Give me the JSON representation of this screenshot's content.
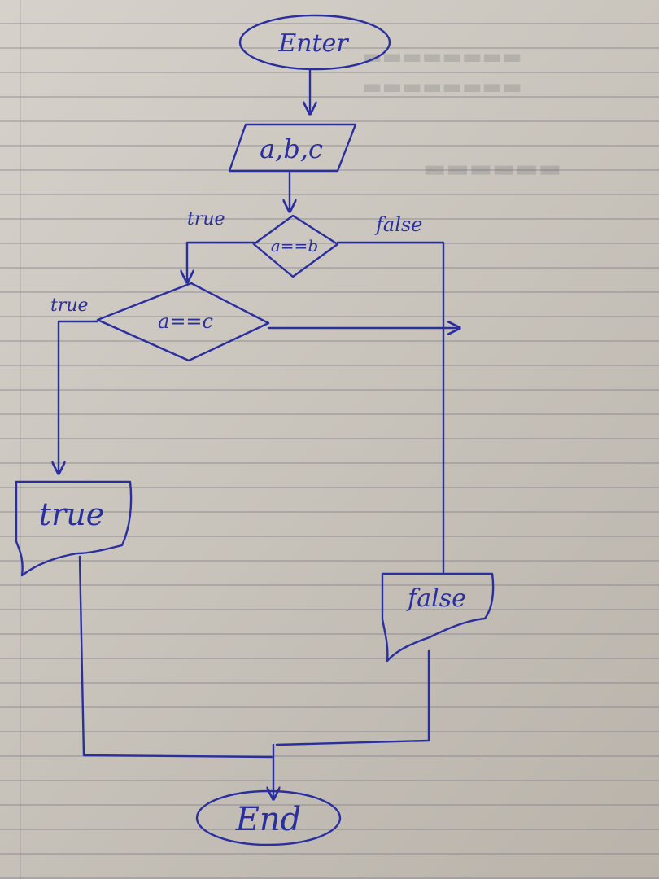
{
  "flowchart": {
    "start": "Enter",
    "input": "a,b,c",
    "decision1": {
      "condition": "a==b",
      "yes_label": "true",
      "no_label": "false"
    },
    "decision2": {
      "condition": "a==c",
      "yes_label": "true"
    },
    "output_true": "true",
    "output_false": "false",
    "end": "End"
  },
  "colors": {
    "ink": "#2a2fa0",
    "paper": "#cfcac2"
  }
}
